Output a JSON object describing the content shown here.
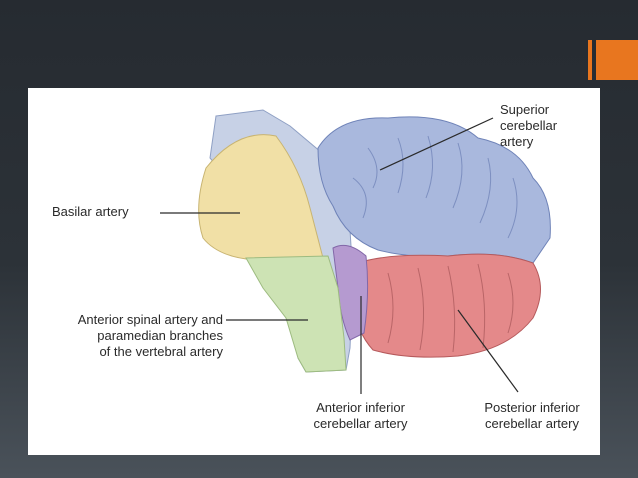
{
  "labels": {
    "superior": "Superior\ncerebellar\nartery",
    "basilar": "Basilar artery",
    "anterior_spinal": "Anterior spinal artery and\nparamedian branches\nof the vertebral artery",
    "aica": "Anterior inferior\ncerebellar artery",
    "pica": "Posterior inferior\ncerebellar artery"
  },
  "colors": {
    "accent": "#e8761f",
    "superior_region": "#a9b8dd",
    "basilar_region": "#f1e0a6",
    "spinal_region": "#cde3b4",
    "aica_region": "#b59ad0",
    "pica_region": "#e4898a"
  }
}
